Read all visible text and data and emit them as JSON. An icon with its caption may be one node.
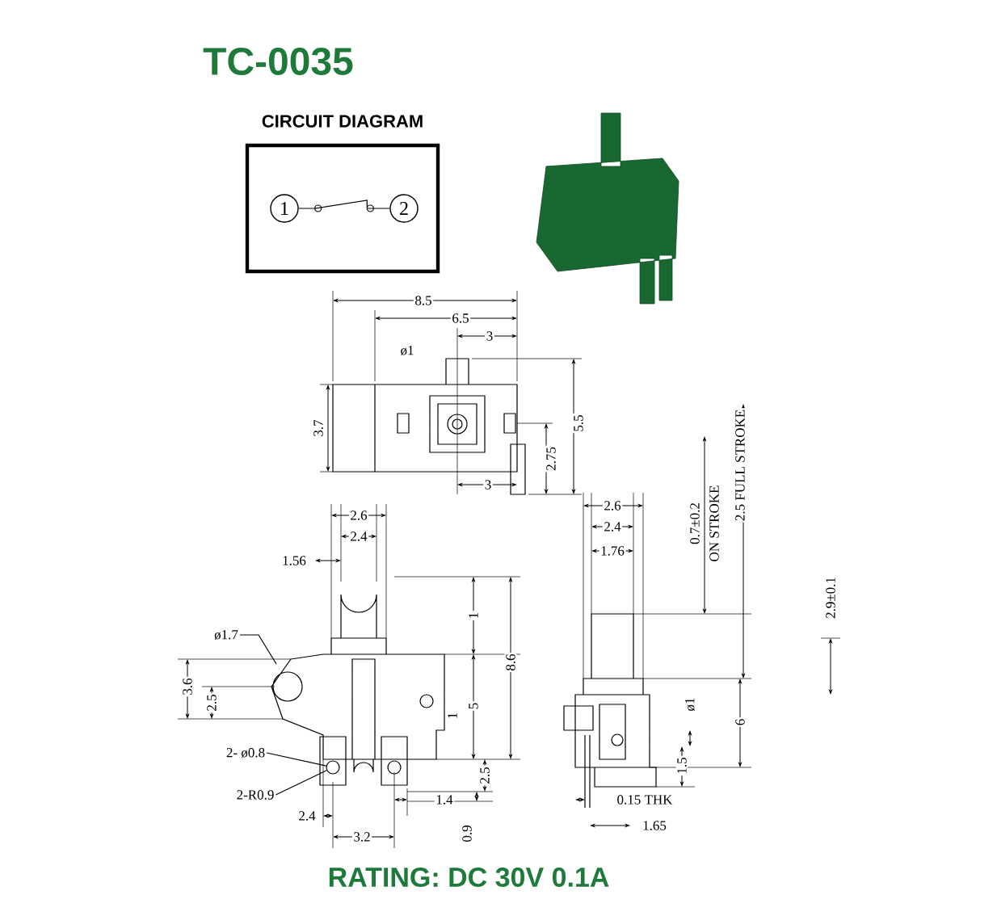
{
  "diagram": {
    "title": "TC-0035",
    "caption": "RATING: DC 30V 0.1A",
    "nodes": [
      {
        "text": [
          "CIRCUIT DIAGRAM"
        ]
      },
      {
        "text": [
          "1"
        ],
        "in": 0
      },
      {
        "text": [
          "2"
        ],
        "in": 0
      },
      {
        "text": [
          "ø1.7"
        ]
      },
      {
        "text": [
          "2- ø0.8"
        ]
      },
      {
        "text": [
          "2-R0.9"
        ]
      },
      {
        "text": [],
        "shape": "circle"
      }
    ],
    "edges": [
      {
        "from": 1,
        "to": 2,
        "arrow": "none"
      },
      {
        "from": 3,
        "to": null,
        "arrow": "none"
      },
      {
        "from": 4,
        "to": 6,
        "arrow": "none"
      },
      {
        "from": 5,
        "to": 6,
        "arrow": "none"
      }
    ],
    "labels": [
      "8.5",
      "6.5",
      "3",
      "ø1",
      "3.7",
      "5.5",
      "2.75",
      "3",
      "2.6",
      "2.4",
      "1.56",
      "3.6",
      "2.5",
      "1",
      "8.6",
      "5",
      "1",
      "2.4",
      "3.2",
      "1.4",
      "2.5",
      "0.9",
      "2.6",
      "2.4",
      "1.76",
      "0.7±0.2",
      "ON STROKE",
      "2.5 FULL STROKE",
      "6",
      "ø1",
      "1.5",
      "0.15 THK",
      "1.65",
      "2.9±0.1"
    ]
  }
}
